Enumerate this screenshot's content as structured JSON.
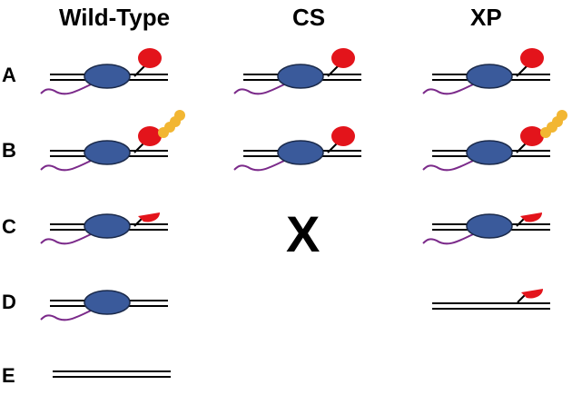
{
  "columns": [
    "Wild-Type",
    "CS",
    "XP"
  ],
  "rows": [
    "A",
    "B",
    "C",
    "D",
    "E"
  ],
  "cs_row_c_mark": "X",
  "colors": {
    "polymerase": "#3a5a9b",
    "polymerase_outline": "#1b2a4a",
    "lesion": "#e3141b",
    "ubiquitin": "#f2b632",
    "rna": "#7b2a8a",
    "dna": "#000000"
  }
}
